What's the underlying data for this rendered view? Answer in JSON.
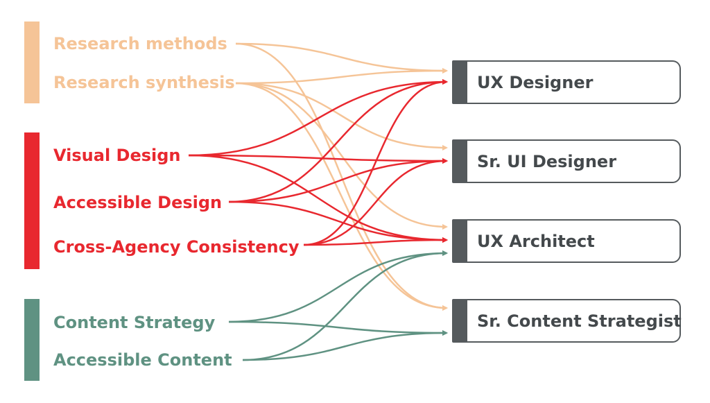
{
  "colors": {
    "research": "#f5c497",
    "design": "#e8282f",
    "content": "#5f9282",
    "role": "#555a5d"
  },
  "groups": [
    {
      "name": "research",
      "skills": [
        {
          "id": "rm",
          "label": "Research methods"
        },
        {
          "id": "rs",
          "label": "Research synthesis"
        }
      ]
    },
    {
      "name": "design",
      "skills": [
        {
          "id": "vd",
          "label": "Visual Design"
        },
        {
          "id": "ad",
          "label": "Accessible Design"
        },
        {
          "id": "cc",
          "label": "Cross-Agency Consistency"
        }
      ]
    },
    {
      "name": "content",
      "skills": [
        {
          "id": "cs",
          "label": "Content Strategy"
        },
        {
          "id": "ac",
          "label": "Accessible Content"
        }
      ]
    }
  ],
  "roles": [
    {
      "id": "uxd",
      "label": "UX Designer"
    },
    {
      "id": "sui",
      "label": "Sr. UI Designer"
    },
    {
      "id": "uxa",
      "label": "UX Architect"
    },
    {
      "id": "scs",
      "label": "Sr. Content Strategist"
    }
  ],
  "connections": [
    [
      "rm",
      "uxd"
    ],
    [
      "rm",
      "scs"
    ],
    [
      "rs",
      "uxd"
    ],
    [
      "rs",
      "sui"
    ],
    [
      "rs",
      "uxa"
    ],
    [
      "rs",
      "scs"
    ],
    [
      "vd",
      "uxd"
    ],
    [
      "vd",
      "sui"
    ],
    [
      "vd",
      "uxa"
    ],
    [
      "ad",
      "uxd"
    ],
    [
      "ad",
      "sui"
    ],
    [
      "ad",
      "uxa"
    ],
    [
      "cc",
      "uxd"
    ],
    [
      "cc",
      "sui"
    ],
    [
      "cc",
      "uxa"
    ],
    [
      "cs",
      "uxa"
    ],
    [
      "cs",
      "scs"
    ],
    [
      "ac",
      "uxa"
    ],
    [
      "ac",
      "scs"
    ]
  ]
}
